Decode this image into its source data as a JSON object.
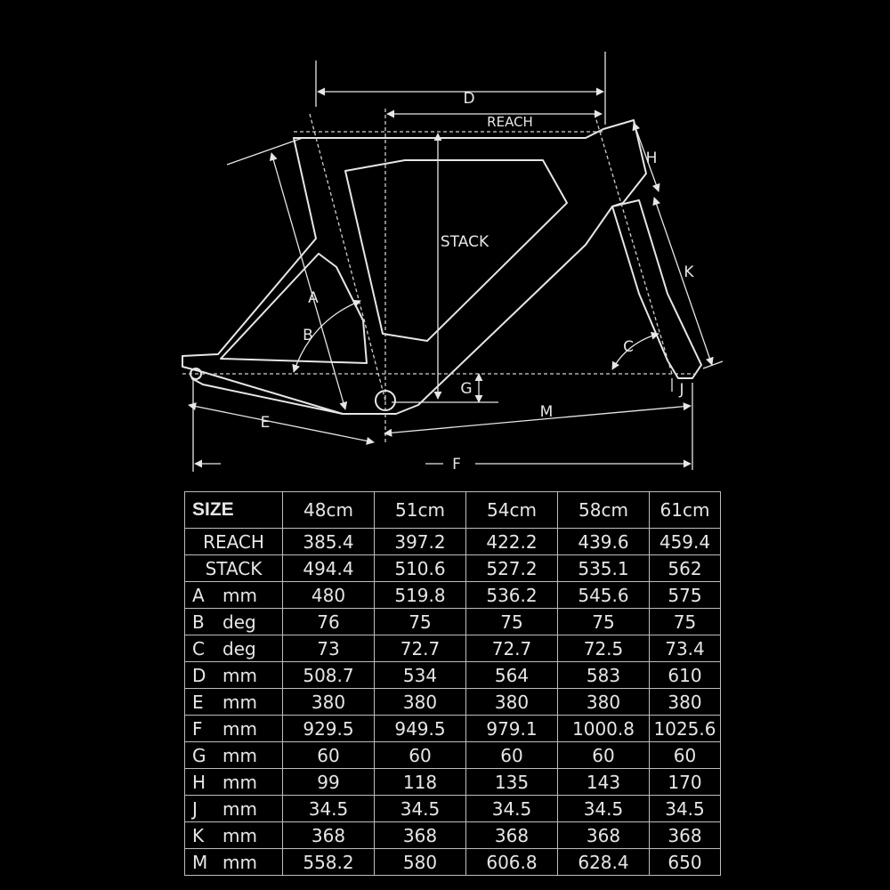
{
  "diagram": {
    "labels": {
      "d": "D",
      "reach": "REACH",
      "h": "H",
      "stack": "STACK",
      "k": "K",
      "a": "A",
      "b": "B",
      "c": "C",
      "g": "G",
      "j": "J",
      "e": "E",
      "m": "M",
      "f": "F"
    }
  },
  "table": {
    "header": {
      "label": "SIZE",
      "sizes": [
        "48cm",
        "51cm",
        "54cm",
        "58cm",
        "61cm"
      ]
    },
    "rows": [
      {
        "code": "REACH",
        "unit": "",
        "values": [
          "385.4",
          "397.2",
          "422.2",
          "439.6",
          "459.4"
        ]
      },
      {
        "code": "STACK",
        "unit": "",
        "values": [
          "494.4",
          "510.6",
          "527.2",
          "535.1",
          "562"
        ]
      },
      {
        "code": "A",
        "unit": "mm",
        "values": [
          "480",
          "519.8",
          "536.2",
          "545.6",
          "575"
        ]
      },
      {
        "code": "B",
        "unit": "deg",
        "values": [
          "76",
          "75",
          "75",
          "75",
          "75"
        ]
      },
      {
        "code": "C",
        "unit": "deg",
        "values": [
          "73",
          "72.7",
          "72.7",
          "72.5",
          "73.4"
        ]
      },
      {
        "code": "D",
        "unit": "mm",
        "values": [
          "508.7",
          "534",
          "564",
          "583",
          "610"
        ]
      },
      {
        "code": "E",
        "unit": "mm",
        "values": [
          "380",
          "380",
          "380",
          "380",
          "380"
        ]
      },
      {
        "code": "F",
        "unit": "mm",
        "values": [
          "929.5",
          "949.5",
          "979.1",
          "1000.8",
          "1025.6"
        ]
      },
      {
        "code": "G",
        "unit": "mm",
        "values": [
          "60",
          "60",
          "60",
          "60",
          "60"
        ]
      },
      {
        "code": "H",
        "unit": "mm",
        "values": [
          "99",
          "118",
          "135",
          "143",
          "170"
        ]
      },
      {
        "code": "J",
        "unit": "mm",
        "values": [
          "34.5",
          "34.5",
          "34.5",
          "34.5",
          "34.5"
        ]
      },
      {
        "code": "K",
        "unit": "mm",
        "values": [
          "368",
          "368",
          "368",
          "368",
          "368"
        ]
      },
      {
        "code": "M",
        "unit": "mm",
        "values": [
          "558.2",
          "580",
          "606.8",
          "628.4",
          "650"
        ]
      }
    ]
  }
}
